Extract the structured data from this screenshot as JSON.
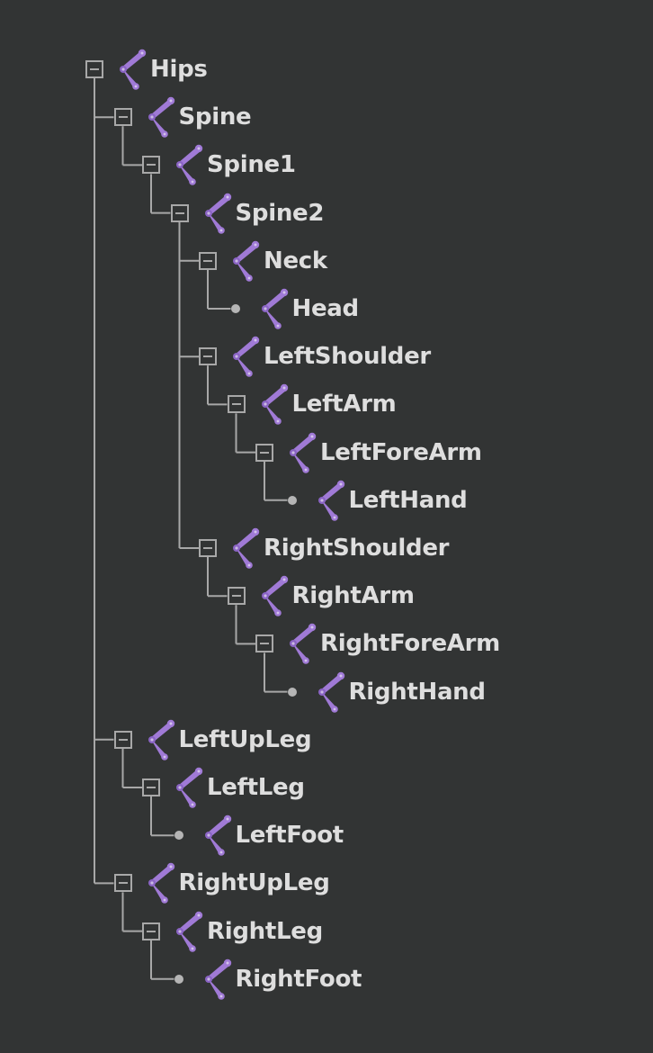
{
  "colors": {
    "background": "#323434",
    "tree_line": "#a8a8a8",
    "label": "#dedede",
    "bone_icon": "#a07ad6",
    "bone_icon_dark": "#8a64c4"
  },
  "icons": {
    "expander": "collapse-minus-icon",
    "bone": "bone-joint-icon",
    "leaf": "leaf-dot-icon"
  },
  "skeleton": {
    "nodes": [
      {
        "id": "hips",
        "label": "Hips",
        "depth": 0,
        "expanded": true
      },
      {
        "id": "spine",
        "label": "Spine",
        "depth": 1,
        "expanded": true
      },
      {
        "id": "spine1",
        "label": "Spine1",
        "depth": 2,
        "expanded": true
      },
      {
        "id": "spine2",
        "label": "Spine2",
        "depth": 3,
        "expanded": true
      },
      {
        "id": "neck",
        "label": "Neck",
        "depth": 4,
        "expanded": true
      },
      {
        "id": "head",
        "label": "Head",
        "depth": 5,
        "expanded": false
      },
      {
        "id": "left-shoulder",
        "label": "LeftShoulder",
        "depth": 4,
        "expanded": true
      },
      {
        "id": "left-arm",
        "label": "LeftArm",
        "depth": 5,
        "expanded": true
      },
      {
        "id": "left-fore-arm",
        "label": "LeftForeArm",
        "depth": 6,
        "expanded": true
      },
      {
        "id": "left-hand",
        "label": "LeftHand",
        "depth": 7,
        "expanded": false
      },
      {
        "id": "right-shoulder",
        "label": "RightShoulder",
        "depth": 4,
        "expanded": true
      },
      {
        "id": "right-arm",
        "label": "RightArm",
        "depth": 5,
        "expanded": true
      },
      {
        "id": "right-fore-arm",
        "label": "RightForeArm",
        "depth": 6,
        "expanded": true
      },
      {
        "id": "right-hand",
        "label": "RightHand",
        "depth": 7,
        "expanded": false
      },
      {
        "id": "left-up-leg",
        "label": "LeftUpLeg",
        "depth": 1,
        "expanded": true
      },
      {
        "id": "left-leg",
        "label": "LeftLeg",
        "depth": 2,
        "expanded": true
      },
      {
        "id": "left-foot",
        "label": "LeftFoot",
        "depth": 3,
        "expanded": false
      },
      {
        "id": "right-up-leg",
        "label": "RightUpLeg",
        "depth": 1,
        "expanded": true
      },
      {
        "id": "right-leg",
        "label": "RightLeg",
        "depth": 2,
        "expanded": true
      },
      {
        "id": "right-foot",
        "label": "RightFoot",
        "depth": 3,
        "expanded": false
      }
    ]
  }
}
